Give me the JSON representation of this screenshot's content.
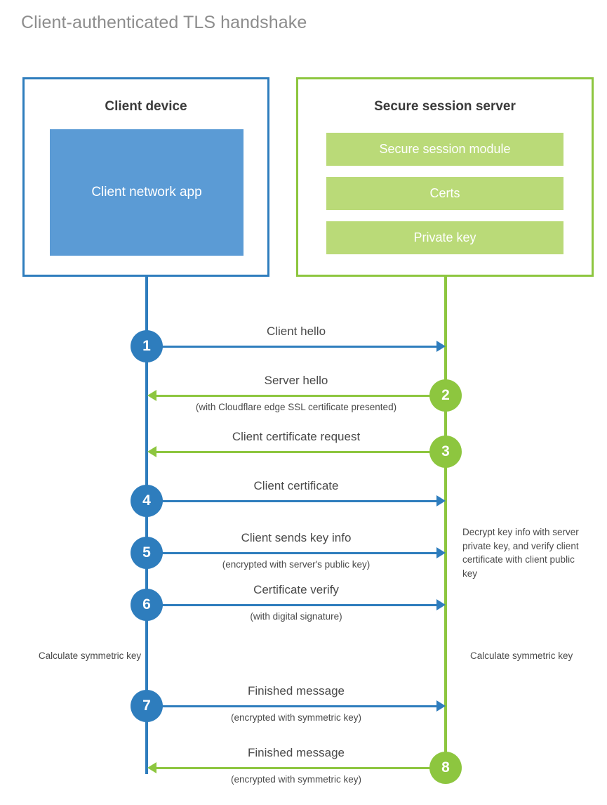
{
  "title": "Client-authenticated TLS handshake",
  "colors": {
    "blue_border": "#2e7dbd",
    "blue_fill": "#5b9bd5",
    "green_border": "#8dc63f",
    "green_fill": "#bada78",
    "text": "#4a4a4a",
    "title_text": "#8d8d8d"
  },
  "actors": {
    "client": {
      "title": "Client device",
      "app_label": "Client network app"
    },
    "server": {
      "title": "Secure session server",
      "modules": [
        "Secure session module",
        "Certs",
        "Private key"
      ]
    }
  },
  "steps": [
    {
      "number": "1",
      "label": "Client hello",
      "sublabel": "",
      "direction": "right",
      "color": "blue"
    },
    {
      "number": "2",
      "label": "Server hello",
      "sublabel": "(with Cloudflare edge SSL certificate presented)",
      "direction": "left",
      "color": "green"
    },
    {
      "number": "3",
      "label": "Client certificate request",
      "sublabel": "",
      "direction": "left",
      "color": "green"
    },
    {
      "number": "4",
      "label": "Client certificate",
      "sublabel": "",
      "direction": "right",
      "color": "blue"
    },
    {
      "number": "5",
      "label": "Client sends key info",
      "sublabel": "(encrypted with server's public key)",
      "direction": "right",
      "color": "blue"
    },
    {
      "number": "6",
      "label": "Certificate verify",
      "sublabel": "(with digital signature)",
      "direction": "right",
      "color": "blue"
    },
    {
      "number": "7",
      "label": "Finished message",
      "sublabel": "(encrypted with symmetric key)",
      "direction": "right",
      "color": "blue"
    },
    {
      "number": "8",
      "label": "Finished message",
      "sublabel": "(encrypted with symmetric key)",
      "direction": "left",
      "color": "green"
    }
  ],
  "notes": {
    "decrypt": "Decrypt key info with server private key, and verify client certificate with client public key",
    "calculate_client": "Calculate symmetric key",
    "calculate_server": "Calculate symmetric key"
  }
}
